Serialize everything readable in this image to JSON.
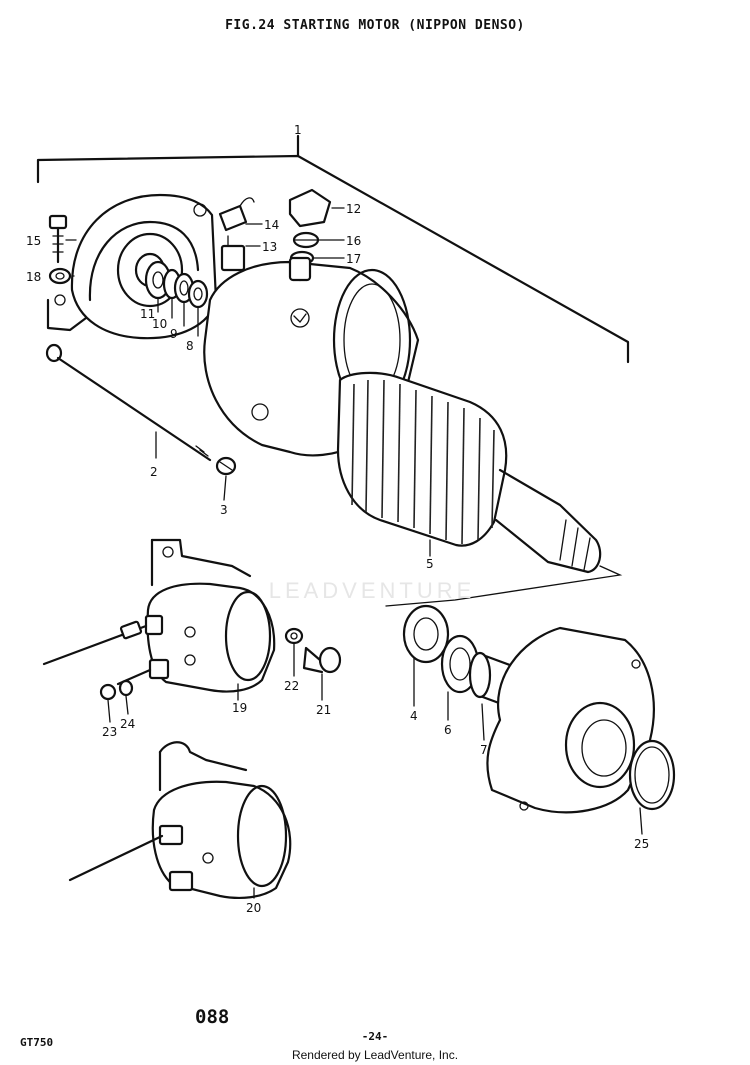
{
  "title": "FIG.24  STARTING MOTOR  (NIPPON DENSO)",
  "watermark": "LEADVENTURE",
  "footer": {
    "ref": "088",
    "model": "GT750",
    "page": "-24-",
    "credit": "Rendered by LeadVenture, Inc."
  },
  "callouts": {
    "c1": "1",
    "c2": "2",
    "c3": "3",
    "c4": "4",
    "c5": "5",
    "c6": "6",
    "c7": "7",
    "c8": "8",
    "c9": "9",
    "c10": "10",
    "c11": "11",
    "c12": "12",
    "c13": "13",
    "c14": "14",
    "c15": "15",
    "c16": "16",
    "c17": "17",
    "c18": "18",
    "c19": "19",
    "c20": "20",
    "c21": "21",
    "c22": "22",
    "c23": "23",
    "c24": "24",
    "c25": "25"
  }
}
